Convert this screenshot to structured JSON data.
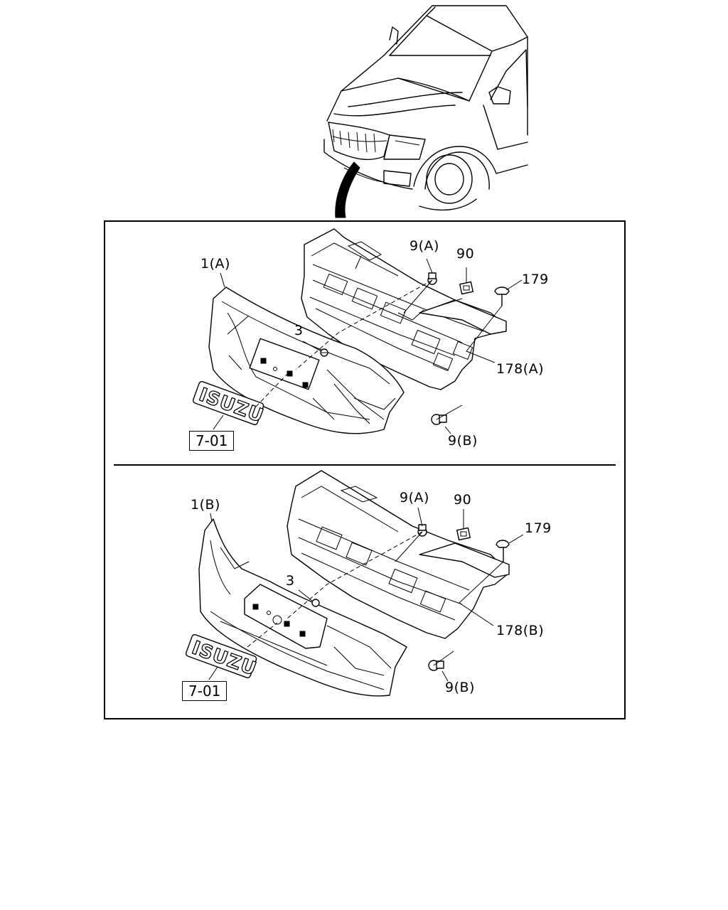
{
  "diagram": {
    "vehicle_view": {
      "icon": "truck-front-icon"
    },
    "upper_assembly": {
      "labels": {
        "grille": "1(A)",
        "clip": "3",
        "bolt_a": "9(A)",
        "nut": "90",
        "pin": "179",
        "bracket": "178(A)",
        "bolt_b": "9(B)",
        "ref": "7-01"
      },
      "emblem_text": "ISUZU"
    },
    "lower_assembly": {
      "labels": {
        "grille": "1(B)",
        "clip": "3",
        "bolt_a": "9(A)",
        "nut": "90",
        "pin": "179",
        "bracket": "178(B)",
        "bolt_b": "9(B)",
        "ref": "7-01"
      },
      "emblem_text": "ISUZU"
    }
  }
}
